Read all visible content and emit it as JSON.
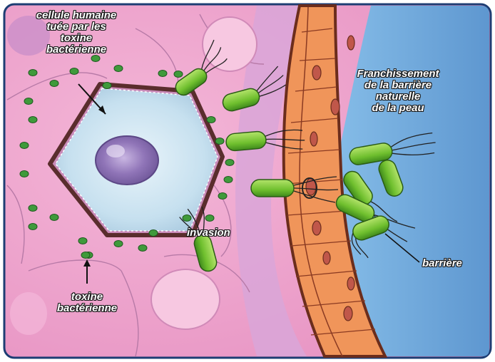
{
  "labels": {
    "killed_cell": [
      "cellule humaine",
      "tuée par les",
      "toxine",
      "bactérienne"
    ],
    "barrier_crossing": [
      "Franchissement",
      "de la barrière",
      "naturelle",
      "de la peau"
    ],
    "invasion": "invasion",
    "barrier": "barrière",
    "toxin": [
      "toxine",
      "bactérienne"
    ]
  },
  "colors": {
    "tissue_pink": "#f0a8cf",
    "killed_cell_blue": "#cfe6f2",
    "nucleus_purple": "#8e6fb4",
    "bacteria_green": "#7cc23a",
    "toxin_green": "#3f9a3b",
    "skin_orange": "#f0955a",
    "outside_blue": "#7fb2e0"
  }
}
